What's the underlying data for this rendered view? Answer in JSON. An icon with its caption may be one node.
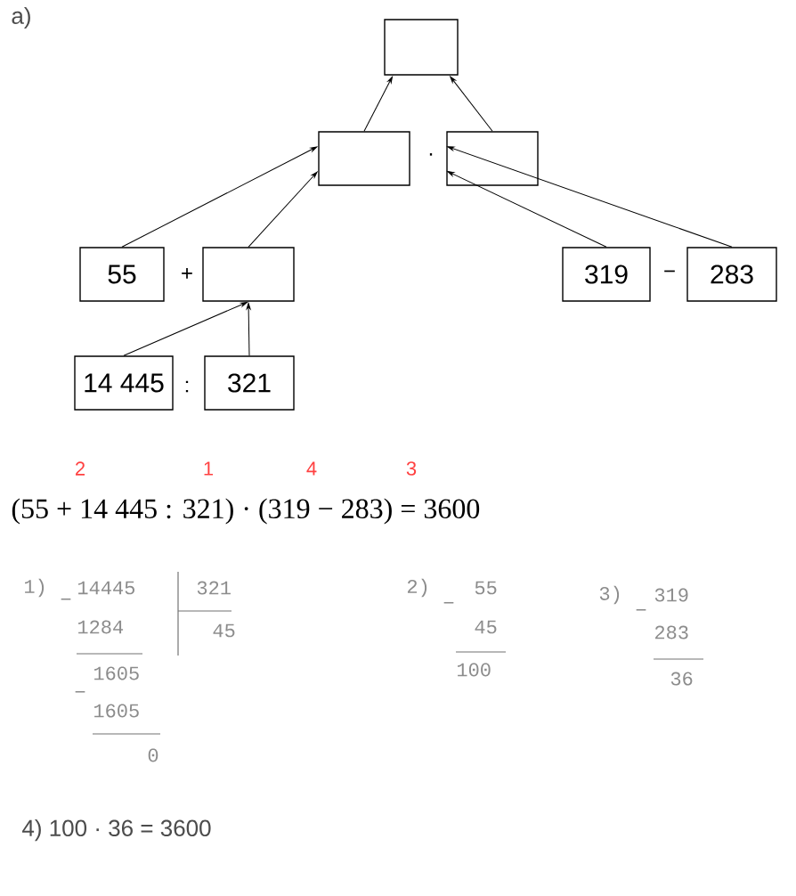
{
  "diagram": {
    "nodes": [
      {
        "text": [],
        "shape": "box"
      },
      {
        "text": [],
        "shape": "box"
      },
      {
        "text": [],
        "shape": "box"
      },
      {
        "text": [
          "55"
        ]
      },
      {
        "text": [],
        "shape": "box"
      },
      {
        "text": [
          "319"
        ]
      },
      {
        "text": [
          "283"
        ]
      },
      {
        "text": [
          "14 445"
        ]
      },
      {
        "text": [
          "321"
        ]
      }
    ],
    "edges": [
      {
        "from": 1,
        "to": 0,
        "arrow": "to"
      },
      {
        "from": 2,
        "to": 0,
        "arrow": "to"
      },
      {
        "from": 3,
        "to": 1,
        "arrow": "to"
      },
      {
        "from": 4,
        "to": 1,
        "arrow": "to"
      },
      {
        "from": 5,
        "to": 2,
        "arrow": "to"
      },
      {
        "from": 6,
        "to": 2,
        "arrow": "to"
      },
      {
        "from": 7,
        "to": 4,
        "arrow": "to"
      },
      {
        "from": 8,
        "to": 4,
        "arrow": "to"
      }
    ],
    "labels": [
      "a)",
      "·",
      "+",
      "−",
      ":",
      "2",
      "1",
      "4",
      "3",
      "(55 + 14 445 : 321) · (319 − 283) = 3600",
      "1)",
      "14445",
      "321",
      "−",
      "1284",
      "45",
      "1605",
      "−",
      "1605",
      "0",
      "2)",
      "55",
      "−",
      "45",
      "100",
      "3)",
      "319",
      "−",
      "283",
      "36",
      "4) 100 · 36 = 3600"
    ]
  }
}
